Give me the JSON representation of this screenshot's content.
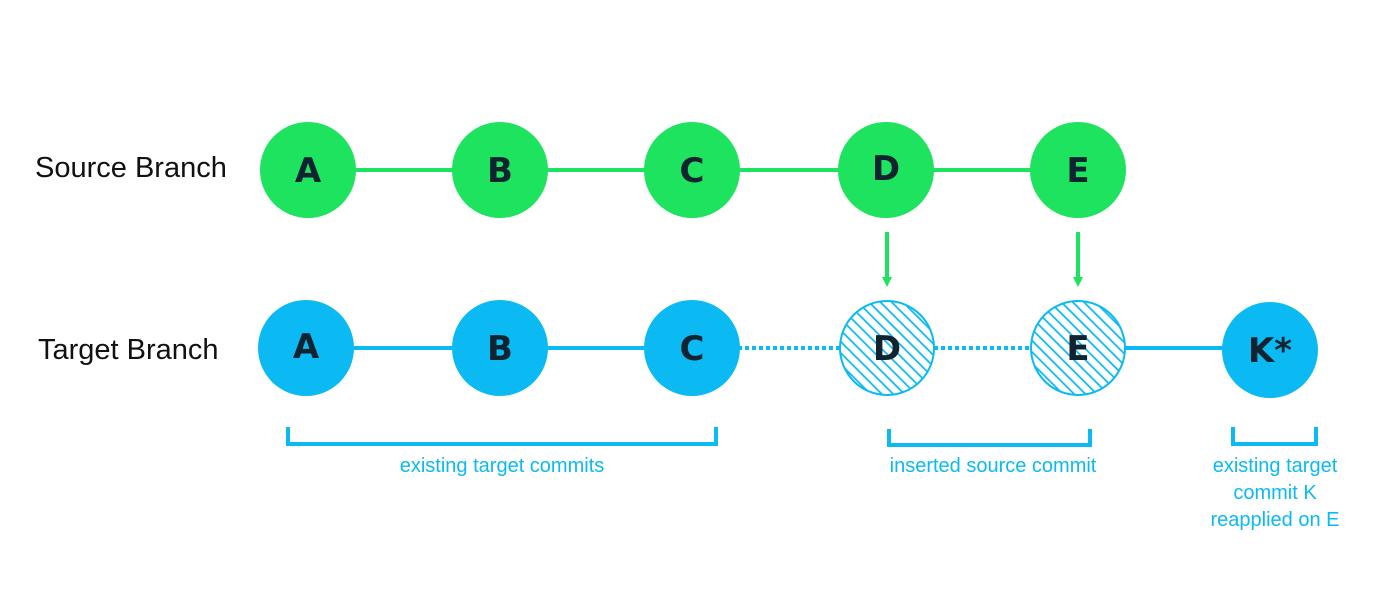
{
  "colors": {
    "source": "#1de35f",
    "target": "#0bbaf2",
    "node_text": "#0f2330",
    "label_text": "#111111",
    "caption": "#0bbaf2"
  },
  "source_branch": {
    "label": "Source Branch",
    "commits": [
      "A",
      "B",
      "C",
      "D",
      "E"
    ]
  },
  "target_branch": {
    "label": "Target Branch",
    "commits": [
      {
        "label": "A",
        "style": "solid"
      },
      {
        "label": "B",
        "style": "solid"
      },
      {
        "label": "C",
        "style": "solid"
      },
      {
        "label": "D",
        "style": "hatched"
      },
      {
        "label": "E",
        "style": "hatched"
      },
      {
        "label": "K*",
        "style": "solid"
      }
    ]
  },
  "captions": {
    "existing": "existing target commits",
    "inserted": "inserted source commit",
    "reapplied": [
      "existing target",
      "commit K",
      "reapplied on E"
    ]
  }
}
